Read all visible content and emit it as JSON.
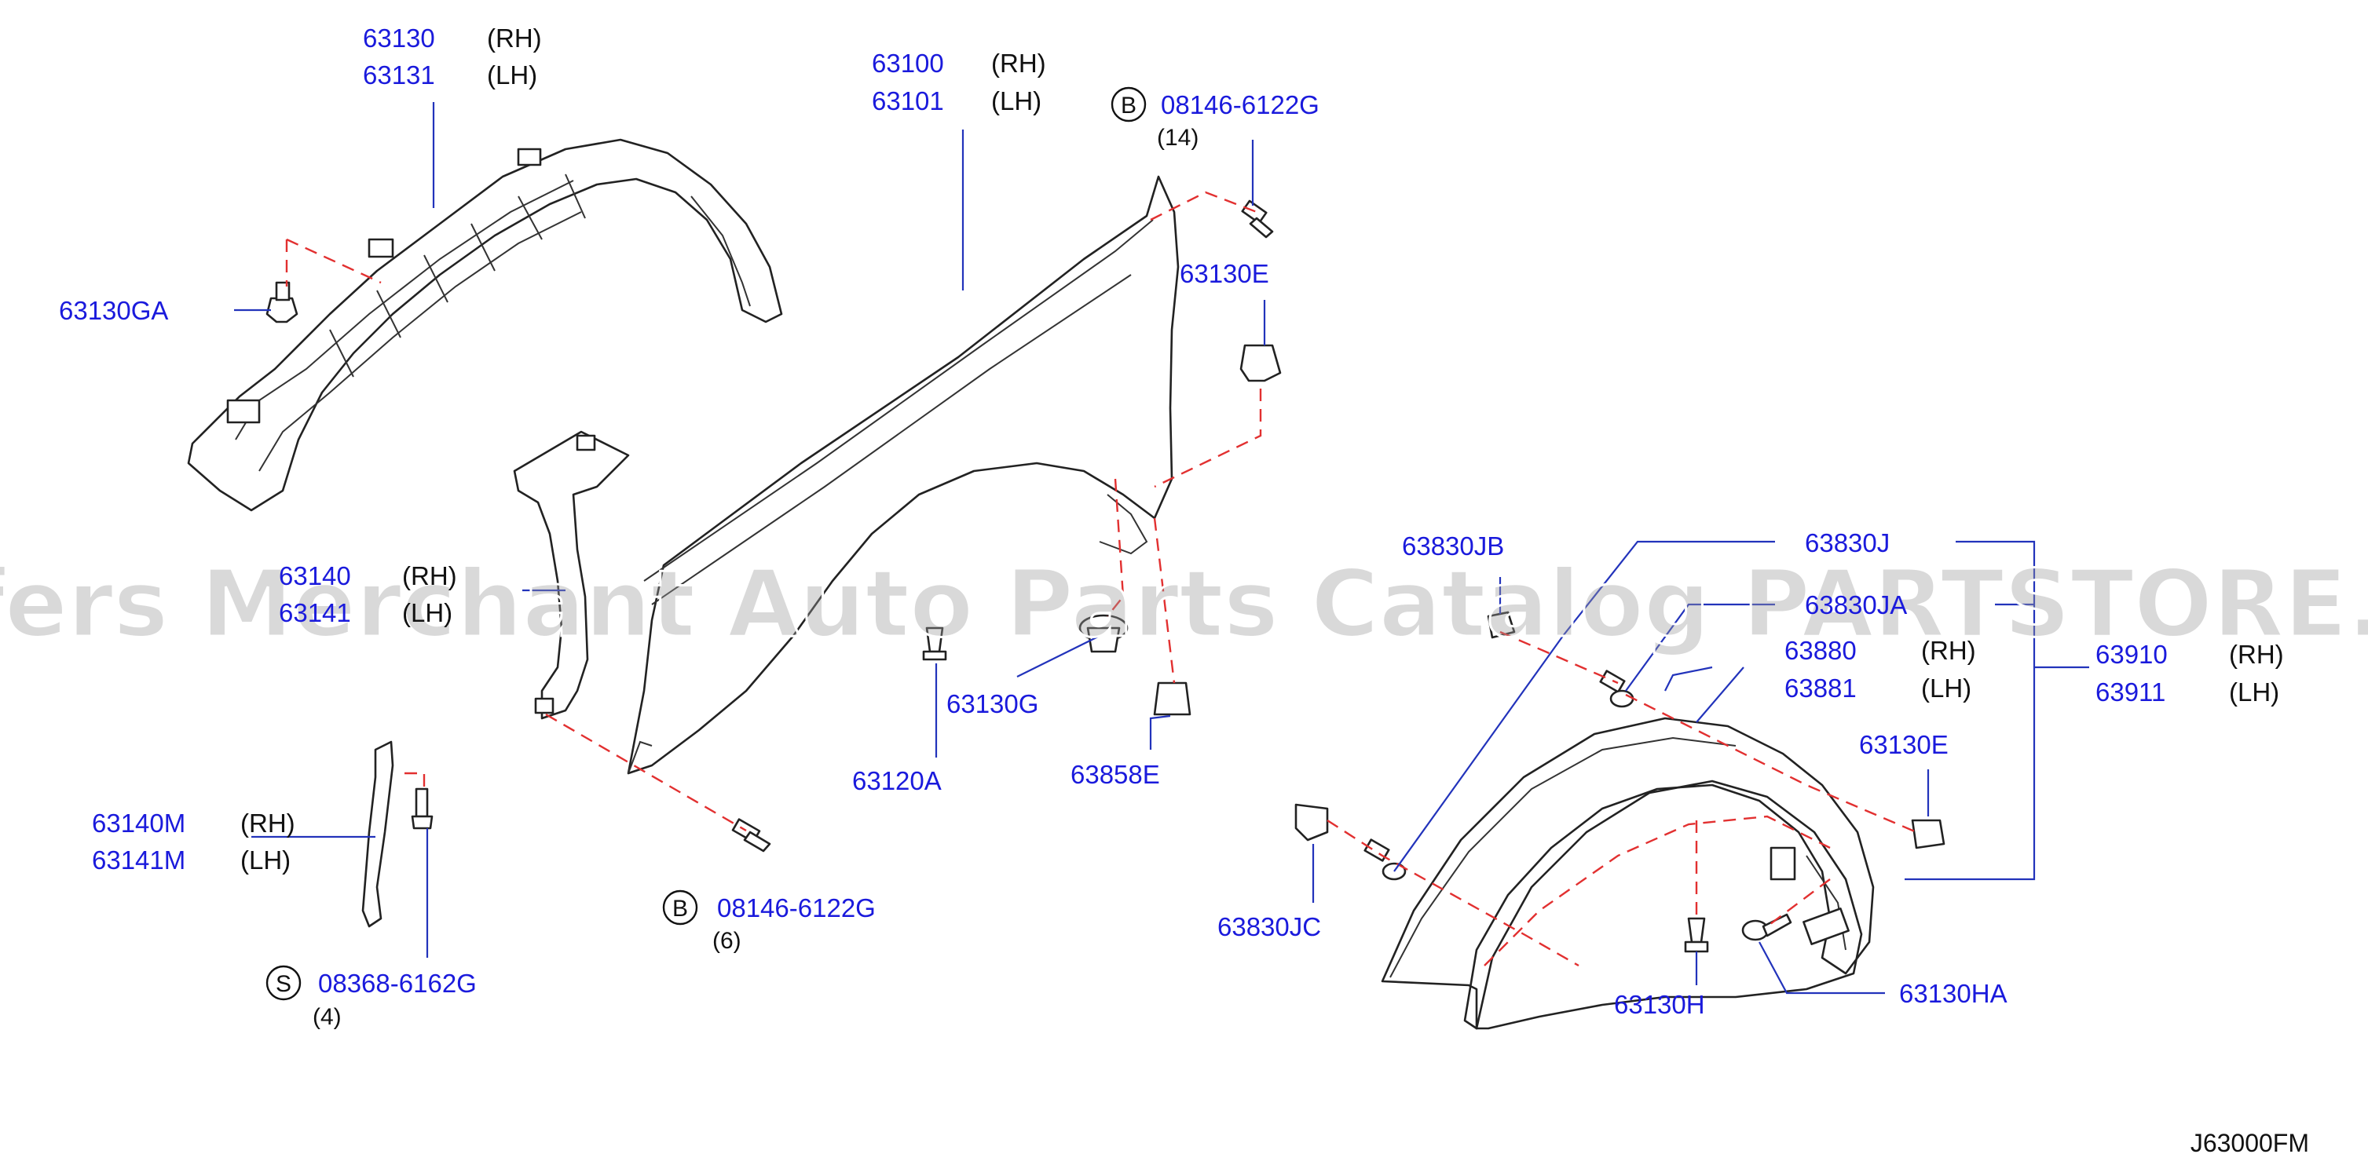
{
  "callouts": {
    "c63130": {
      "pn": [
        "63130",
        "63131"
      ],
      "side": [
        "(RH)",
        "(LH)"
      ]
    },
    "c63100": {
      "pn": [
        "63100",
        "63101"
      ],
      "side": [
        "(RH)",
        "(LH)"
      ]
    },
    "c08146a": {
      "marker": "B",
      "pn": "08146-6122G",
      "qty": "(14)"
    },
    "c63130GA": {
      "pn": "63130GA"
    },
    "c63130E_top": {
      "pn": "63130E"
    },
    "c63140": {
      "pn": [
        "63140",
        "63141"
      ],
      "side": [
        "(RH)",
        "(LH)"
      ]
    },
    "c63130G": {
      "pn": "63130G"
    },
    "c63120A": {
      "pn": "63120A"
    },
    "c63858E": {
      "pn": "63858E"
    },
    "c63140M": {
      "pn": [
        "63140M",
        "63141M"
      ],
      "side": [
        "(RH)",
        "(LH)"
      ]
    },
    "c08146b": {
      "marker": "B",
      "pn": "08146-6122G",
      "qty": "(6)"
    },
    "c08368": {
      "marker": "S",
      "pn": "08368-6162G",
      "qty": "(4)"
    },
    "c63830JB": {
      "pn": "63830JB"
    },
    "c63830J": {
      "pn": "63830J"
    },
    "c63830JA": {
      "pn": "63830JA"
    },
    "c63880": {
      "pn": [
        "63880",
        "63881"
      ],
      "side": [
        "(RH)",
        "(LH)"
      ]
    },
    "c63910": {
      "pn": [
        "63910",
        "63911"
      ],
      "side": [
        "(RH)",
        "(LH)"
      ]
    },
    "c63130E_right": {
      "pn": "63130E"
    },
    "c63830JC": {
      "pn": "63830JC"
    },
    "c63130H": {
      "pn": "63130H"
    },
    "c63130HA": {
      "pn": "63130HA"
    }
  },
  "watermark": "Offers Merchant Auto Parts Catalog PARTSTORE.SA",
  "diagram_code": "J63000FM"
}
